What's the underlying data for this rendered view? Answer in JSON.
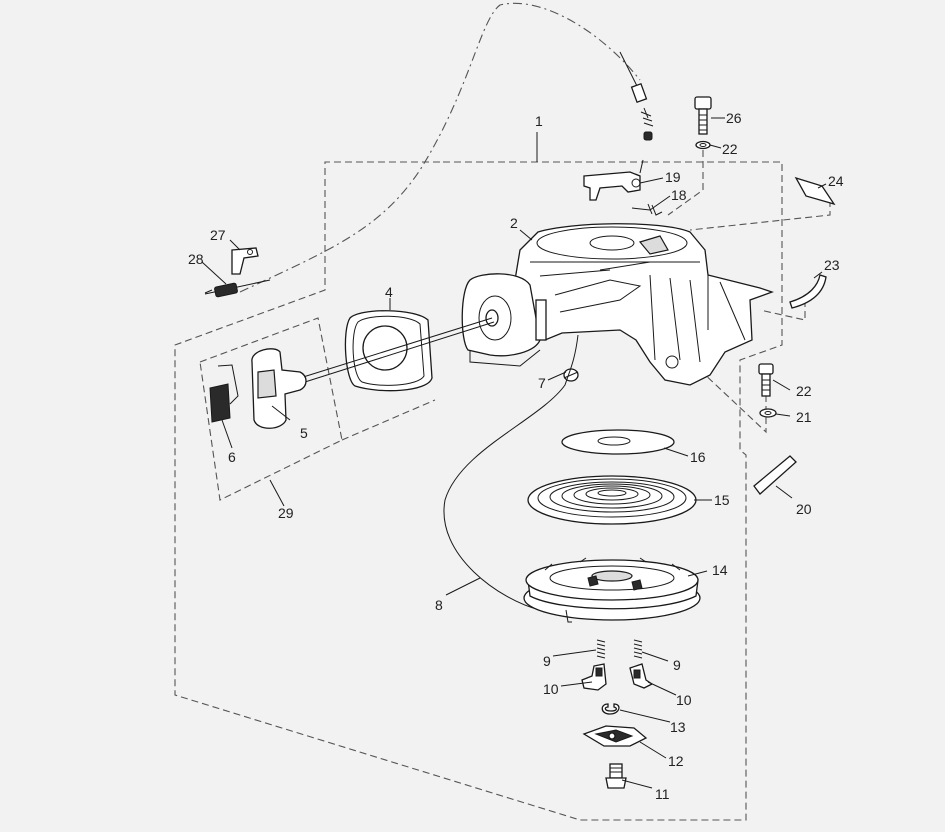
{
  "diagram": {
    "callouts": {
      "p1": "1",
      "p2": "2",
      "p4": "4",
      "p5": "5",
      "p6": "6",
      "p7": "7",
      "p8": "8",
      "p9a": "9",
      "p9b": "9",
      "p10a": "10",
      "p10b": "10",
      "p11": "11",
      "p12": "12",
      "p13": "13",
      "p14": "14",
      "p15": "15",
      "p16": "16",
      "p18": "18",
      "p19": "19",
      "p20": "20",
      "p21": "21",
      "p22a": "22",
      "p22b": "22",
      "p23": "23",
      "p24": "24",
      "p26": "26",
      "p27": "27",
      "p28": "28",
      "p29": "29"
    }
  }
}
